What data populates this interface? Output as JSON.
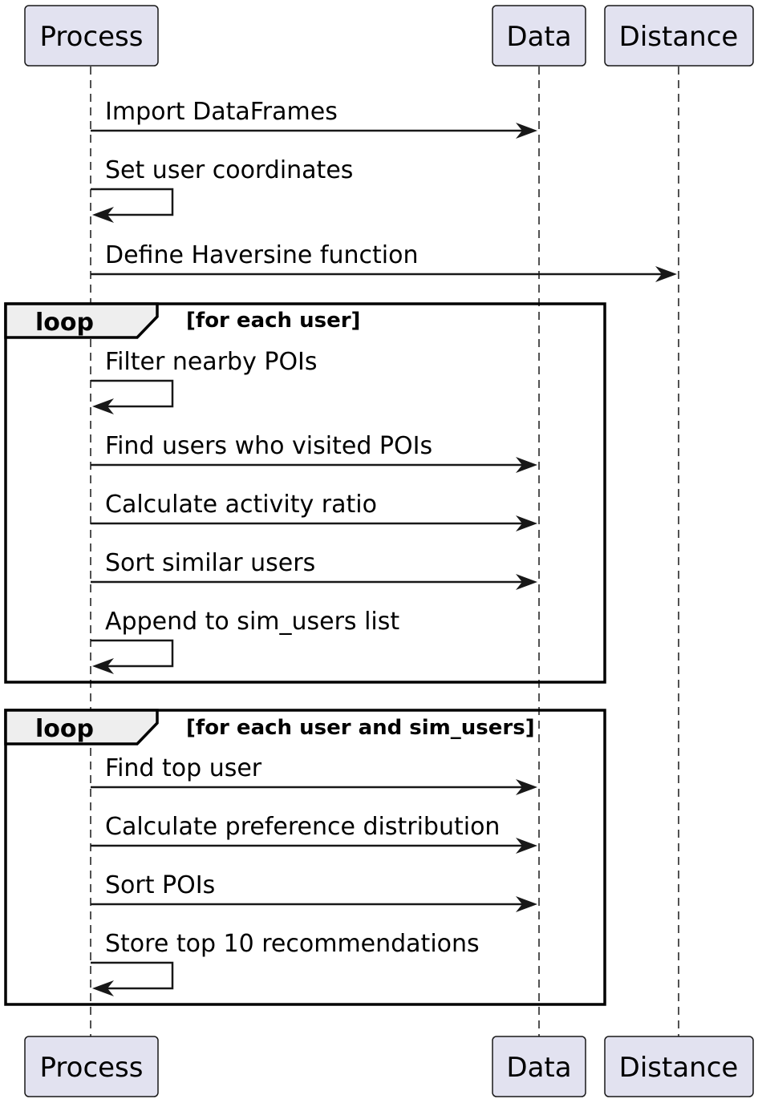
{
  "participants": [
    {
      "id": "process",
      "label": "Process"
    },
    {
      "id": "data",
      "label": "Data"
    },
    {
      "id": "distance",
      "label": "Distance"
    }
  ],
  "messages": [
    {
      "id": "m1",
      "from": "process",
      "to": "data",
      "label": "Import DataFrames"
    },
    {
      "id": "m2",
      "from": "process",
      "to": "process",
      "label": "Set user coordinates"
    },
    {
      "id": "m3",
      "from": "process",
      "to": "distance",
      "label": "Define Haversine function"
    },
    {
      "id": "m4",
      "from": "process",
      "to": "process",
      "label": "Filter nearby POIs"
    },
    {
      "id": "m5",
      "from": "process",
      "to": "data",
      "label": "Find users who visited POIs"
    },
    {
      "id": "m6",
      "from": "process",
      "to": "data",
      "label": "Calculate activity ratio"
    },
    {
      "id": "m7",
      "from": "process",
      "to": "data",
      "label": "Sort similar users"
    },
    {
      "id": "m8",
      "from": "process",
      "to": "process",
      "label": "Append to sim_users list"
    },
    {
      "id": "m9",
      "from": "process",
      "to": "data",
      "label": "Find top user"
    },
    {
      "id": "m10",
      "from": "process",
      "to": "data",
      "label": "Calculate preference distribution"
    },
    {
      "id": "m11",
      "from": "process",
      "to": "data",
      "label": "Sort POIs"
    },
    {
      "id": "m12",
      "from": "process",
      "to": "process",
      "label": "Store top 10 recommendations"
    }
  ],
  "frames": [
    {
      "id": "loop1",
      "keyword": "loop",
      "guard": "[for each user]",
      "messages": [
        "m4",
        "m5",
        "m6",
        "m7",
        "m8"
      ]
    },
    {
      "id": "loop2",
      "keyword": "loop",
      "guard": "[for each user and sim_users]",
      "messages": [
        "m9",
        "m10",
        "m11",
        "m12"
      ]
    }
  ],
  "colors": {
    "participant_fill": "#e2e2f0",
    "line": "#181818",
    "frame_tab_fill": "#eeeeee"
  }
}
